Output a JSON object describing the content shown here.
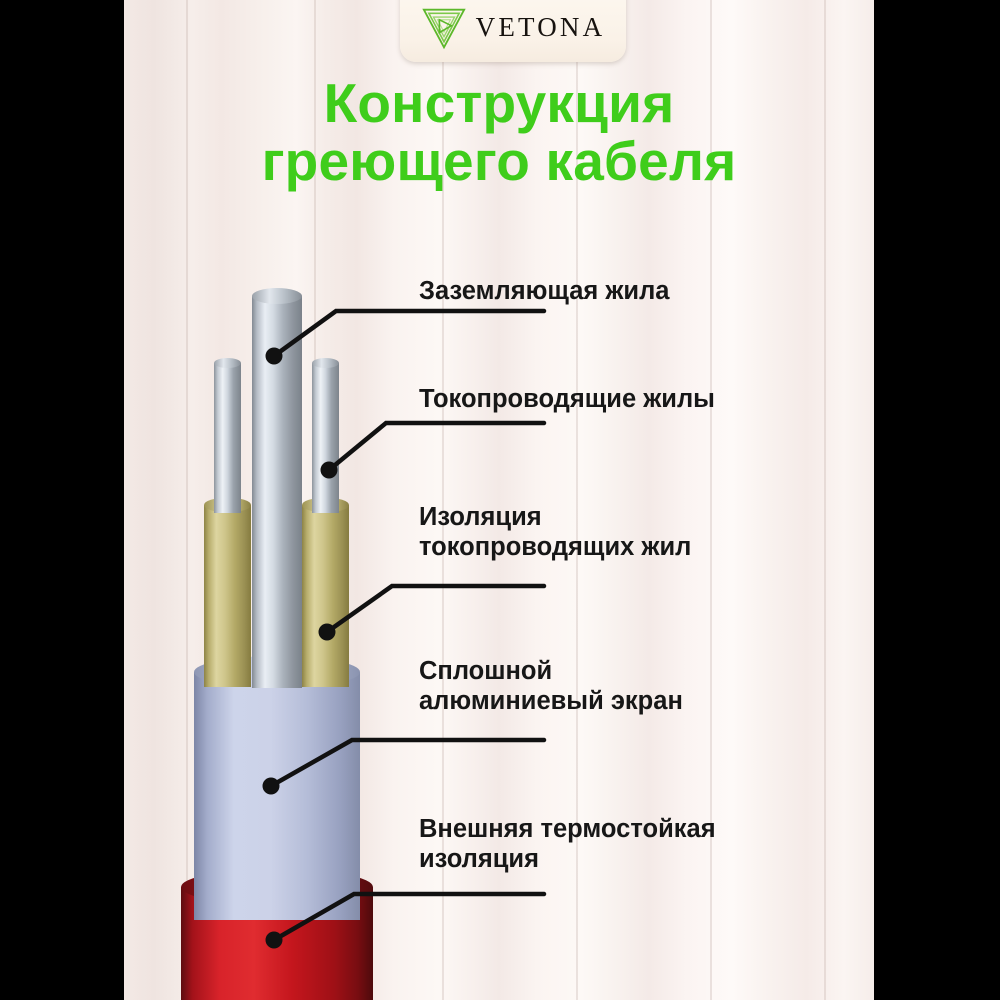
{
  "brand": {
    "name": "VETONA",
    "logo_icon": "nested-triangles-play-icon",
    "logo_color": "#5cb82a"
  },
  "title": {
    "line1": "Конструкция",
    "line2": "греющего кабеля",
    "color": "#3fcd1b"
  },
  "diagram": {
    "name": "heating-cable-cross-section",
    "labels": [
      {
        "id": "grounding-conductor",
        "text": "Заземляющая жила"
      },
      {
        "id": "current-conductors",
        "text": "Токопроводящие жилы"
      },
      {
        "id": "conductor-insulation",
        "text": "Изоляция\nтокопроводящих жил"
      },
      {
        "id": "aluminium-screen",
        "text": "Сплошной\nалюминиевый экран"
      },
      {
        "id": "outer-insulation",
        "text": "Внешняя  термостойкая\nизоляция"
      }
    ],
    "layer_colors": {
      "grounding_conductor": "#b9c0c8",
      "current_conductors": "#b9c0c8",
      "conductor_insulation": "#c8bf7e",
      "aluminium_screen": "#c2c8e0",
      "outer_insulation": "#c9181b",
      "leader_line": "#111111"
    },
    "background": "#f7efec"
  }
}
